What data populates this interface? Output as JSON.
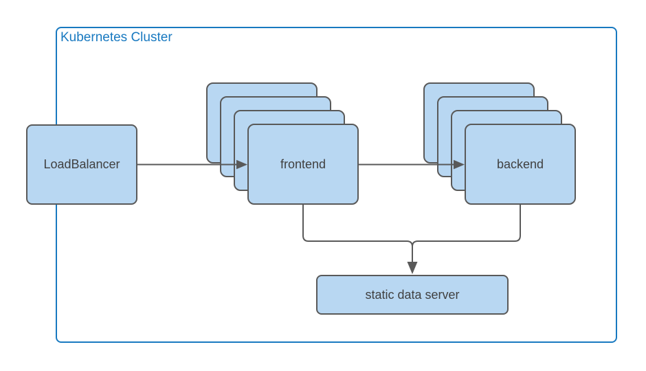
{
  "diagram": {
    "type": "architecture-diagram",
    "cluster": {
      "title": "Kubernetes Cluster"
    },
    "nodes": {
      "load_balancer": {
        "label": "LoadBalancer"
      },
      "frontend": {
        "label": "frontend",
        "replicas": 4
      },
      "backend": {
        "label": "backend",
        "replicas": 4
      },
      "static_data_server": {
        "label": "static data server"
      }
    },
    "edges": [
      {
        "from": "LoadBalancer",
        "to": "frontend",
        "arrow": true
      },
      {
        "from": "frontend",
        "to": "backend",
        "arrow": true
      },
      {
        "from": "frontend",
        "to": "static data server",
        "arrow": true
      },
      {
        "from": "backend",
        "to": "static data server",
        "arrow": true
      }
    ],
    "colors": {
      "node_fill": "#b8d7f2",
      "node_border": "#595959",
      "node_text": "#404040",
      "cluster_border": "#1879c0",
      "cluster_title": "#1879c0",
      "connector": "#595959",
      "canvas_bg": "#ffffff"
    }
  }
}
